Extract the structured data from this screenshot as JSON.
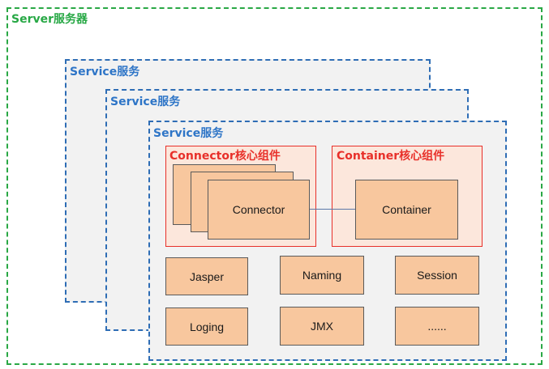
{
  "server": {
    "label": "Server服务器"
  },
  "services": [
    {
      "label": "Service服务"
    },
    {
      "label": "Service服务"
    },
    {
      "label": "Service服务"
    }
  ],
  "connector_group": {
    "label": "Connector核心组件",
    "box_label": "Connector"
  },
  "container_group": {
    "label": "Container核心组件",
    "box_label": "Container"
  },
  "components": [
    "Jasper",
    "Naming",
    "Session",
    "Loging",
    "JMX",
    "......"
  ],
  "colors": {
    "server_border": "#2aa845",
    "service_border": "#2e6db5",
    "core_border": "#e8302a",
    "box_fill": "#f8c79e",
    "core_fill": "#fce7dc"
  }
}
